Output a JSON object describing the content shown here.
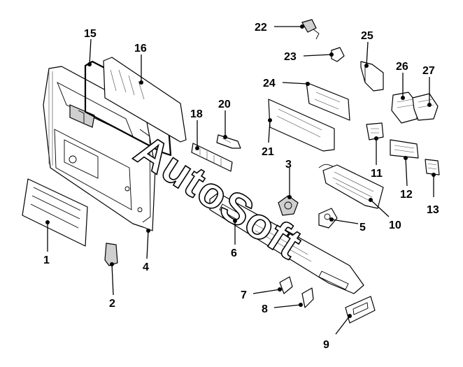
{
  "watermark": "AutoSoft",
  "colors": {
    "line": "#000000",
    "background": "#ffffff",
    "shade": "#cfcfcf"
  },
  "callouts": [
    "1",
    "2",
    "3",
    "4",
    "5",
    "6",
    "7",
    "8",
    "9",
    "10",
    "11",
    "12",
    "13",
    "15",
    "16",
    "18",
    "20",
    "21",
    "22",
    "23",
    "24",
    "25",
    "26",
    "27"
  ]
}
